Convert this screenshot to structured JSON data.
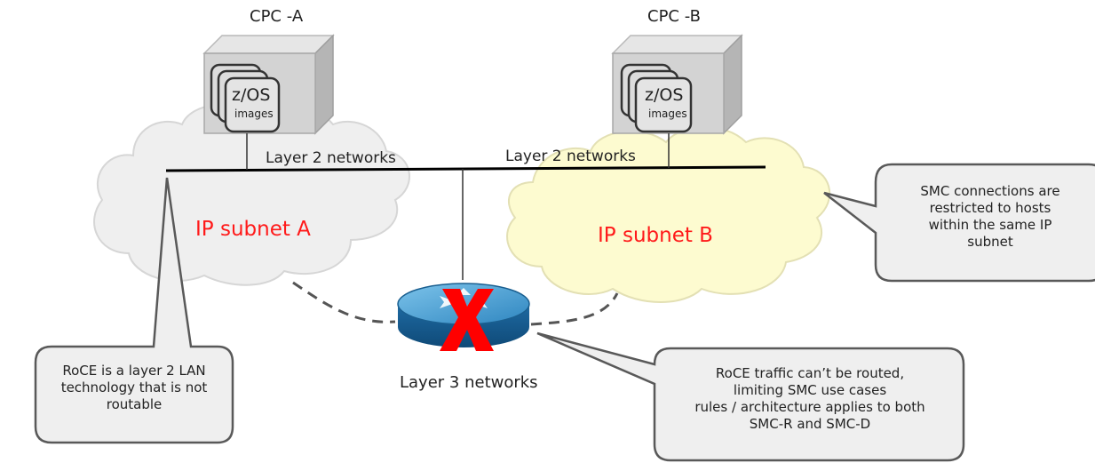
{
  "cpc_a": {
    "title": "CPC -A",
    "os_label": "z/OS",
    "os_sub": "images"
  },
  "cpc_b": {
    "title": "CPC -B",
    "os_label": "z/OS",
    "os_sub": "images"
  },
  "network": {
    "layer2_left": "Layer 2 networks",
    "layer2_right": "Layer 2 networks",
    "layer3": "Layer 3 networks"
  },
  "subnets": {
    "a": "IP subnet A",
    "b": "IP subnet B"
  },
  "callouts": {
    "smc_subnet": [
      "SMC connections are",
      "restricted to hosts",
      "within the same IP",
      "subnet"
    ],
    "roce_l2": [
      "RoCE is a layer 2 LAN",
      "technology that is not",
      "routable"
    ],
    "roce_routing": [
      "RoCE traffic can’t be routed,",
      "limiting SMC use cases",
      "rules / architecture applies to both",
      "SMC-R and SMC-D"
    ]
  },
  "colors": {
    "cloud_a": "#efefef",
    "cloud_b": "#fdfbd0",
    "subnet_text": "#ff1a1a",
    "router": "#1f6fa8",
    "cross": "#ff0000",
    "callout_fill": "#efefef"
  },
  "icons": {
    "router": "router-icon",
    "blocked": "x-mark-icon",
    "server": "server-box-icon"
  }
}
